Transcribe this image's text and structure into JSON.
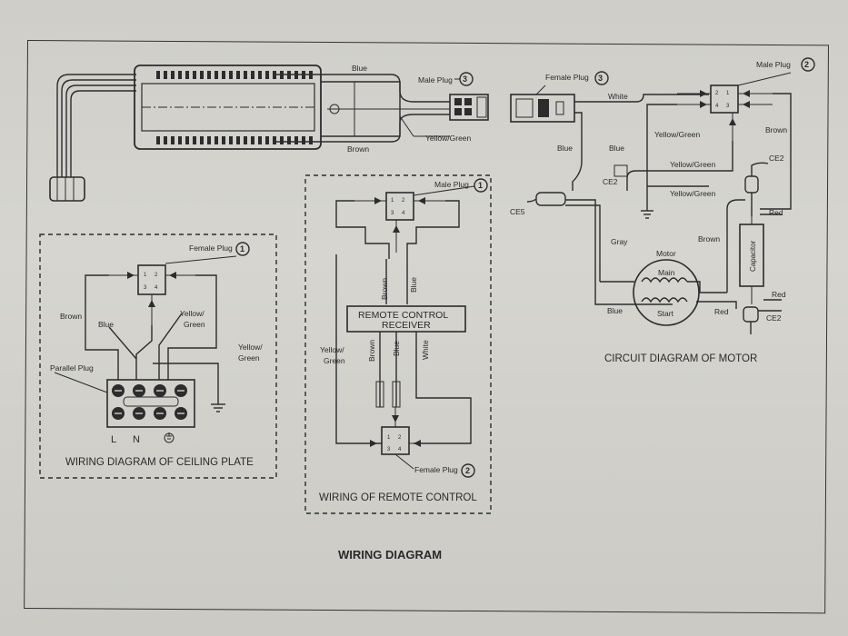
{
  "title": "WIRING DIAGRAM",
  "top_assembly": {
    "wire_labels": [
      "Blue",
      "Brown",
      "Yellow/Green"
    ],
    "male_plug": {
      "label": "Male Plug",
      "number": "3"
    }
  },
  "ceiling_plate": {
    "caption": "WIRING DIAGRAM OF CEILING PLATE",
    "female_plug": {
      "label": "Female Plug",
      "number": "1"
    },
    "wire_labels": {
      "brown": "Brown",
      "blue": "Blue",
      "yg1": "Yellow/",
      "yg1b": "Green",
      "yg2": "Yellow/",
      "yg2b": "Green"
    },
    "parallel_plug": "Parallel Plug",
    "terminals": {
      "l": "L",
      "n": "N"
    },
    "pins": [
      "1",
      "2",
      "3",
      "4"
    ]
  },
  "remote_control": {
    "caption": "WIRING OF REMOTE CONTROL",
    "male_plug": {
      "label": "Male Plug",
      "number": "1"
    },
    "female_plug": {
      "label": "Female Plug",
      "number": "2"
    },
    "receiver_line1": "REMOTE CONTROL",
    "receiver_line2": "RECEIVER",
    "wire_labels": {
      "brown": "Brown",
      "blue": "Blue",
      "yg": "Yellow/",
      "ygb": "Green",
      "brown2": "Brown",
      "blue2": "Blue",
      "white": "White"
    },
    "pins": [
      "1",
      "2",
      "3",
      "4"
    ]
  },
  "motor_circuit": {
    "caption": "CIRCUIT DIAGRAM OF MOTOR",
    "female_plug": {
      "label": "Female Plug",
      "number": "3"
    },
    "male_plug": {
      "label": "Male Plug",
      "number": "2"
    },
    "wire_labels": {
      "white": "White",
      "blue1": "Blue",
      "blue2": "Blue",
      "yg1": "Yellow/Green",
      "yg2": "Yellow/Green",
      "yg3": "Yellow/Green",
      "brown1": "Brown",
      "brown2": "Brown",
      "gray": "Gray",
      "blue3": "Blue",
      "red1": "Red",
      "red2": "Red",
      "red3": "Red"
    },
    "components": {
      "ce5": "CE5",
      "ce2a": "CE2",
      "ce2b": "CE2",
      "ce2c": "CE2",
      "motor": "Motor",
      "main": "Main",
      "start": "Start",
      "capacitor": "Capacitor"
    },
    "pins": [
      "2",
      "1",
      "4",
      "3"
    ]
  },
  "colors": {
    "ink": "#2c2c2c",
    "paper": "#d2d1cb"
  }
}
